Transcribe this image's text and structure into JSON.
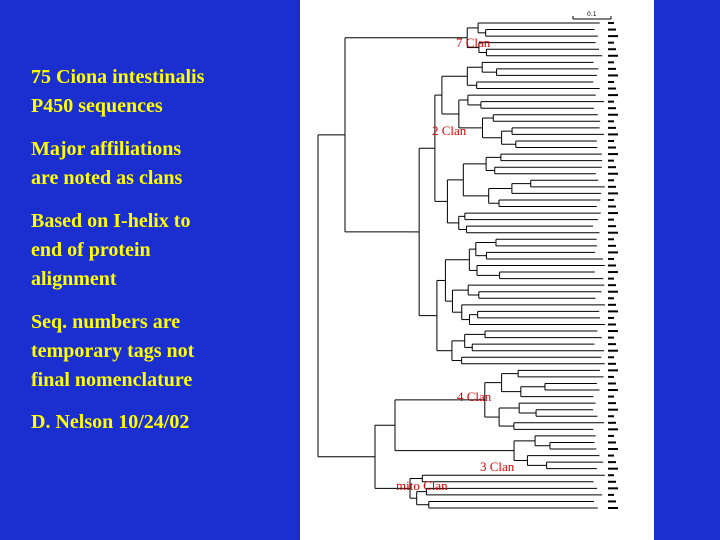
{
  "slide": {
    "colors": {
      "background": "#1b2fd0",
      "text": "#ffff00",
      "clan_label": "#e00000",
      "tree_bg": "#ffffff"
    },
    "paragraphs": [
      {
        "lines": [
          "75 Ciona intestinalis",
          "P450 sequences"
        ]
      },
      {
        "lines": [
          "Major affiliations",
          "are noted as clans"
        ]
      },
      {
        "lines": [
          "Based on I-helix to",
          "end of protein",
          "alignment"
        ]
      },
      {
        "lines": [
          "Seq. numbers are",
          "temporary tags not",
          "final nomenclature"
        ]
      },
      {
        "lines": [
          "D. Nelson 10/24/02"
        ]
      }
    ]
  },
  "tree": {
    "scale_label": "0.1",
    "clans": [
      {
        "id": "clan7",
        "label": "7 Clan"
      },
      {
        "id": "clan2",
        "label": "2 Clan"
      },
      {
        "id": "clan4",
        "label": "4 Clan"
      },
      {
        "id": "clan3",
        "label": "3 Clan"
      },
      {
        "id": "mito",
        "label": "mito Clan"
      }
    ]
  }
}
